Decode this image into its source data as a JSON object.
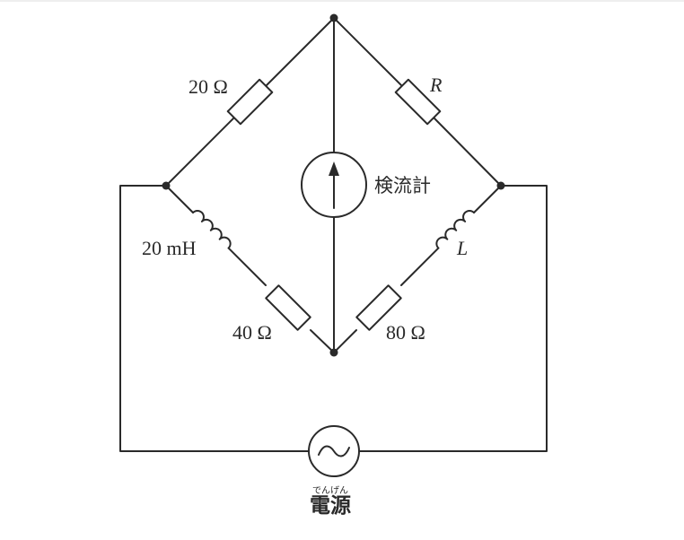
{
  "diagram": {
    "type": "AC bridge circuit",
    "labels": {
      "r_top_left": "20 Ω",
      "r_top_right": "R",
      "l_left": "20 mH",
      "l_right": "L",
      "r_bottom_left": "40 Ω",
      "r_bottom_right": "80 Ω",
      "galvanometer": "検流計",
      "source": "電源",
      "source_ruby": "でんげん"
    },
    "components": [
      {
        "id": "r_top_left",
        "kind": "resistor",
        "value": "20 Ω",
        "between": [
          "left_node",
          "top_node"
        ]
      },
      {
        "id": "r_top_right",
        "kind": "resistor",
        "value": "R",
        "between": [
          "top_node",
          "right_node"
        ]
      },
      {
        "id": "l_left",
        "kind": "inductor",
        "value": "20 mH",
        "between": [
          "left_node",
          "bottom_node"
        ]
      },
      {
        "id": "r_bottom_left",
        "kind": "resistor",
        "value": "40 Ω",
        "between": [
          "left_node",
          "bottom_node"
        ]
      },
      {
        "id": "l_right",
        "kind": "inductor",
        "value": "L",
        "between": [
          "right_node",
          "bottom_node"
        ]
      },
      {
        "id": "r_bottom_right",
        "kind": "resistor",
        "value": "80 Ω",
        "between": [
          "right_node",
          "bottom_node"
        ]
      },
      {
        "id": "galvanometer",
        "kind": "galvanometer",
        "value": "検流計",
        "between": [
          "bottom_node",
          "top_node"
        ]
      },
      {
        "id": "source",
        "kind": "ac_source",
        "value": "電源",
        "between": [
          "left_node",
          "right_node"
        ]
      }
    ],
    "colors": {
      "line": "#2a2a2a",
      "background": "#ffffff"
    }
  }
}
